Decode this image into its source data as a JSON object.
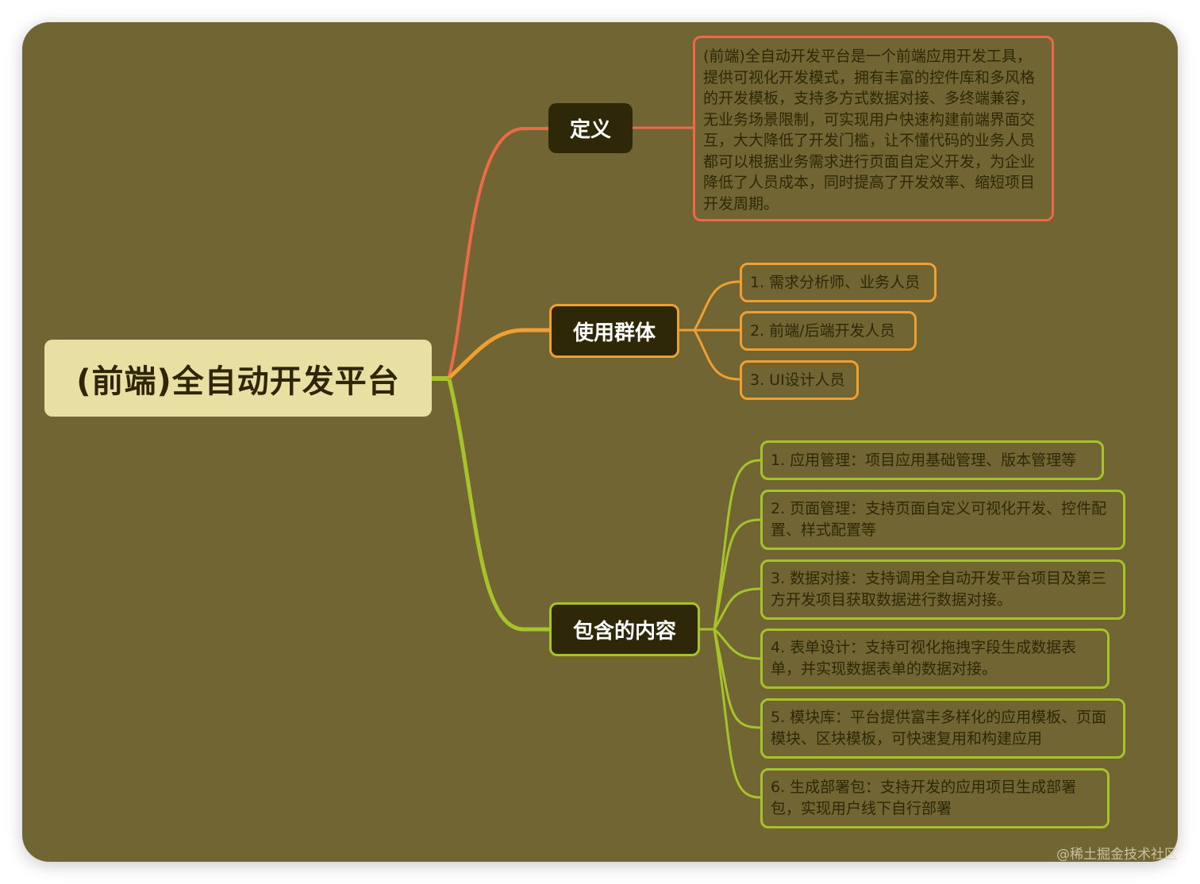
{
  "colors": {
    "canvas_bg": "#706533",
    "root_bg": "#e8e0a2",
    "branch_bg": "#2f2808",
    "definition_accent": "#ec6a45",
    "users_accent": "#f0a030",
    "content_accent": "#a6c42a"
  },
  "root": {
    "label": "(前端)全自动开发平台"
  },
  "branches": {
    "definition": {
      "label": "定义",
      "description": "(前端)全自动开发平台是一个前端应用开发工具，提供可视化开发模式，拥有丰富的控件库和多风格的开发模板，支持多方式数据对接、多终端兼容，无业务场景限制，可实现用户快速构建前端界面交互，大大降低了开发门槛，让不懂代码的业务人员都可以根据业务需求进行页面自定义开发，为企业降低了人员成本，同时提高了开发效率、缩短项目开发周期。"
    },
    "users": {
      "label": "使用群体",
      "items": [
        "1. 需求分析师、业务人员",
        "2. 前端/后端开发人员",
        "3. UI设计人员"
      ]
    },
    "content": {
      "label": "包含的内容",
      "items": [
        "1. 应用管理：项目应用基础管理、版本管理等",
        "2. 页面管理：支持页面自定义可视化开发、控件配置、样式配置等",
        "3. 数据对接：支持调用全自动开发平台项目及第三方开发项目获取数据进行数据对接。",
        "4. 表单设计：支持可视化拖拽字段生成数据表单，并实现数据表单的数据对接。",
        "5. 模块库：平台提供富丰多样化的应用模板、页面模块、区块模板，可快速复用和构建应用",
        "6. 生成部署包：支持开发的应用项目生成部署包，实现用户线下自行部署"
      ]
    }
  },
  "watermark": "@稀土掘金技术社区"
}
